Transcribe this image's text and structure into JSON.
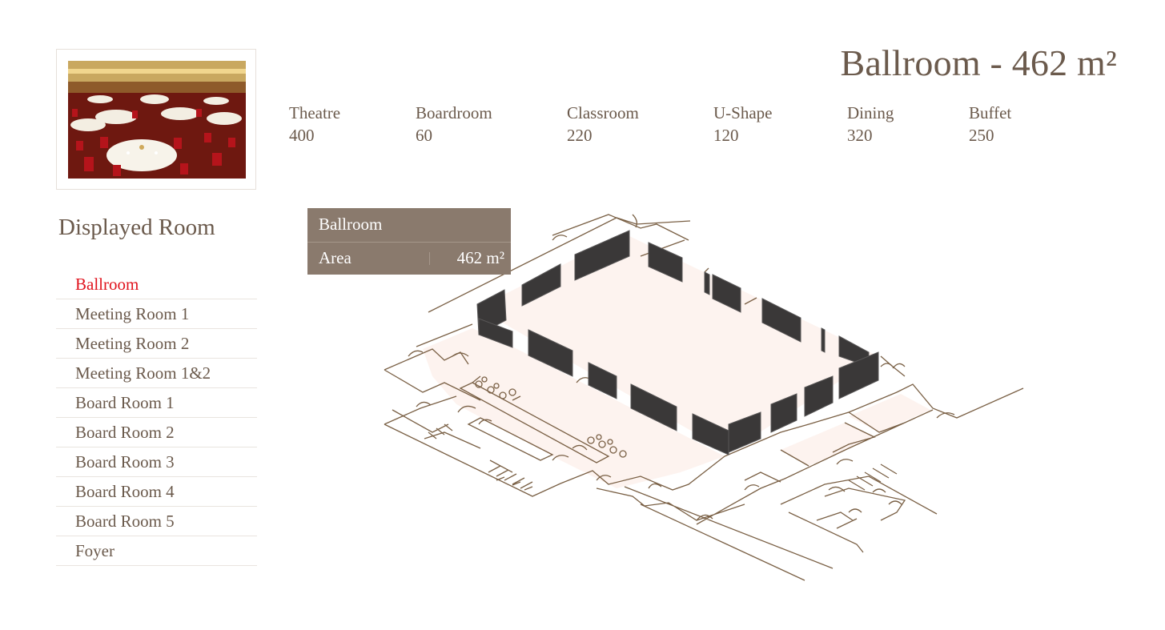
{
  "header": {
    "title": "Ballroom - 462 m²"
  },
  "capacities": [
    {
      "label": "Theatre",
      "value": "400"
    },
    {
      "label": "Boardroom",
      "value": "60"
    },
    {
      "label": "Classroom",
      "value": "220"
    },
    {
      "label": "U-Shape",
      "value": "120"
    },
    {
      "label": "Dining",
      "value": "320"
    },
    {
      "label": "Buffet",
      "value": "250"
    }
  ],
  "sidebar": {
    "title": "Displayed Room",
    "rooms": [
      {
        "label": "Ballroom",
        "active": true
      },
      {
        "label": "Meeting Room 1"
      },
      {
        "label": "Meeting Room 2"
      },
      {
        "label": "Meeting Room 1&2"
      },
      {
        "label": "Board Room 1"
      },
      {
        "label": "Board Room 2"
      },
      {
        "label": "Board Room 3"
      },
      {
        "label": "Board Room 4"
      },
      {
        "label": "Board Room 5"
      },
      {
        "label": "Foyer"
      }
    ]
  },
  "info_box": {
    "title": "Ballroom",
    "area_label": "Area",
    "area_value": "462 m²"
  },
  "colors": {
    "text": "#6b5a4c",
    "active": "#e0141e",
    "info_bg": "#8a7a6d",
    "plan_line": "#7a6045",
    "room_fill": "#fdf3ef",
    "wall": "#3a3838"
  }
}
